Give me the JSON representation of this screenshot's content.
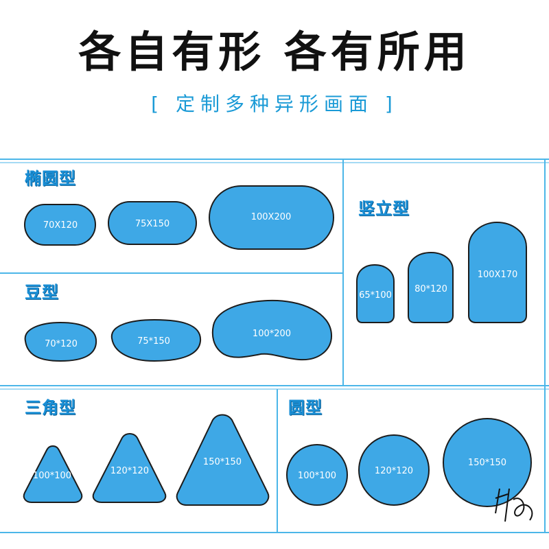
{
  "title": "各自有形  各有所用",
  "subtitle": "[ 定制多种异形画面 ]",
  "colors": {
    "accent": "#1a9ad6",
    "shape_fill": "#3ea8e6",
    "shape_stroke": "#1c1c1c"
  },
  "sections": {
    "ellipse": {
      "label": "椭圆型",
      "items": [
        "70X120",
        "75X150",
        "100X200"
      ]
    },
    "bean": {
      "label": "豆型",
      "items": [
        "70*120",
        "75*150",
        "100*200"
      ]
    },
    "vertical": {
      "label": "竖立型",
      "items": [
        "65*100",
        "80*120",
        "100X170"
      ]
    },
    "triangle": {
      "label": "三角型",
      "items": [
        "100*100",
        "120*120",
        "150*150"
      ]
    },
    "circle": {
      "label": "圆型",
      "items": [
        "100*100",
        "120*120",
        "150*150"
      ]
    }
  }
}
